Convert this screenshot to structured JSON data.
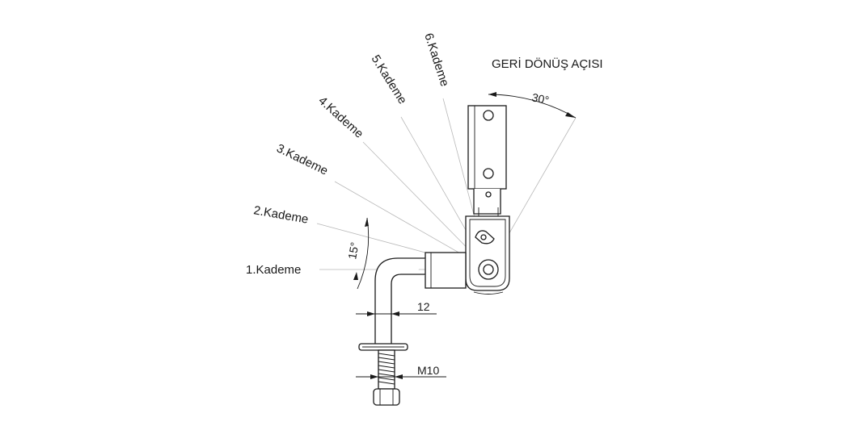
{
  "title": "GERİ DÖNÜŞ AÇISI",
  "stages": [
    "1.Kademe",
    "2.Kademe",
    "3.Kademe",
    "4.Kademe",
    "5.Kademe",
    "6.Kademe"
  ],
  "dimensions": {
    "return_angle": "30°",
    "step_angle": "15°",
    "rod_diameter": "12",
    "thread": "M10"
  },
  "colors": {
    "line": "#1a1a1a",
    "construction": "#b8b8b8",
    "background": "#ffffff"
  }
}
